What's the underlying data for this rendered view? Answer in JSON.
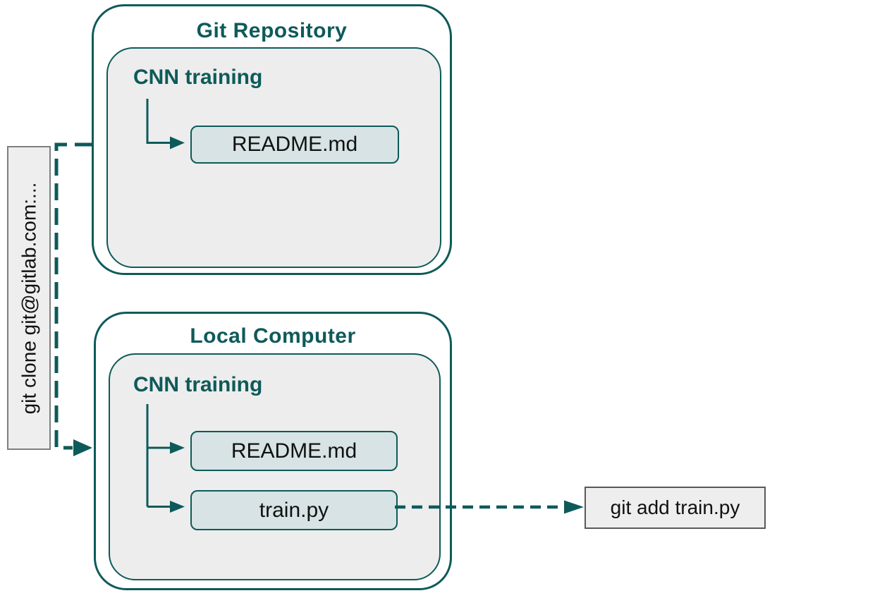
{
  "colors": {
    "teal": "#0e5a5a",
    "folder_fill": "#ededed",
    "file_fill": "#d7e3e4",
    "command_fill": "#eeeeee",
    "command_border": "#7f7f7f",
    "text": "#111111"
  },
  "git_repository": {
    "title": "Git Repository",
    "folder": "CNN training",
    "files": [
      {
        "name": "README.md"
      }
    ]
  },
  "local_computer": {
    "title": "Local Computer",
    "folder": "CNN training",
    "files": [
      {
        "name": "README.md"
      },
      {
        "name": "train.py"
      }
    ]
  },
  "commands": {
    "clone": "git clone git@gitlab.com:...",
    "add": "git add train.py"
  }
}
